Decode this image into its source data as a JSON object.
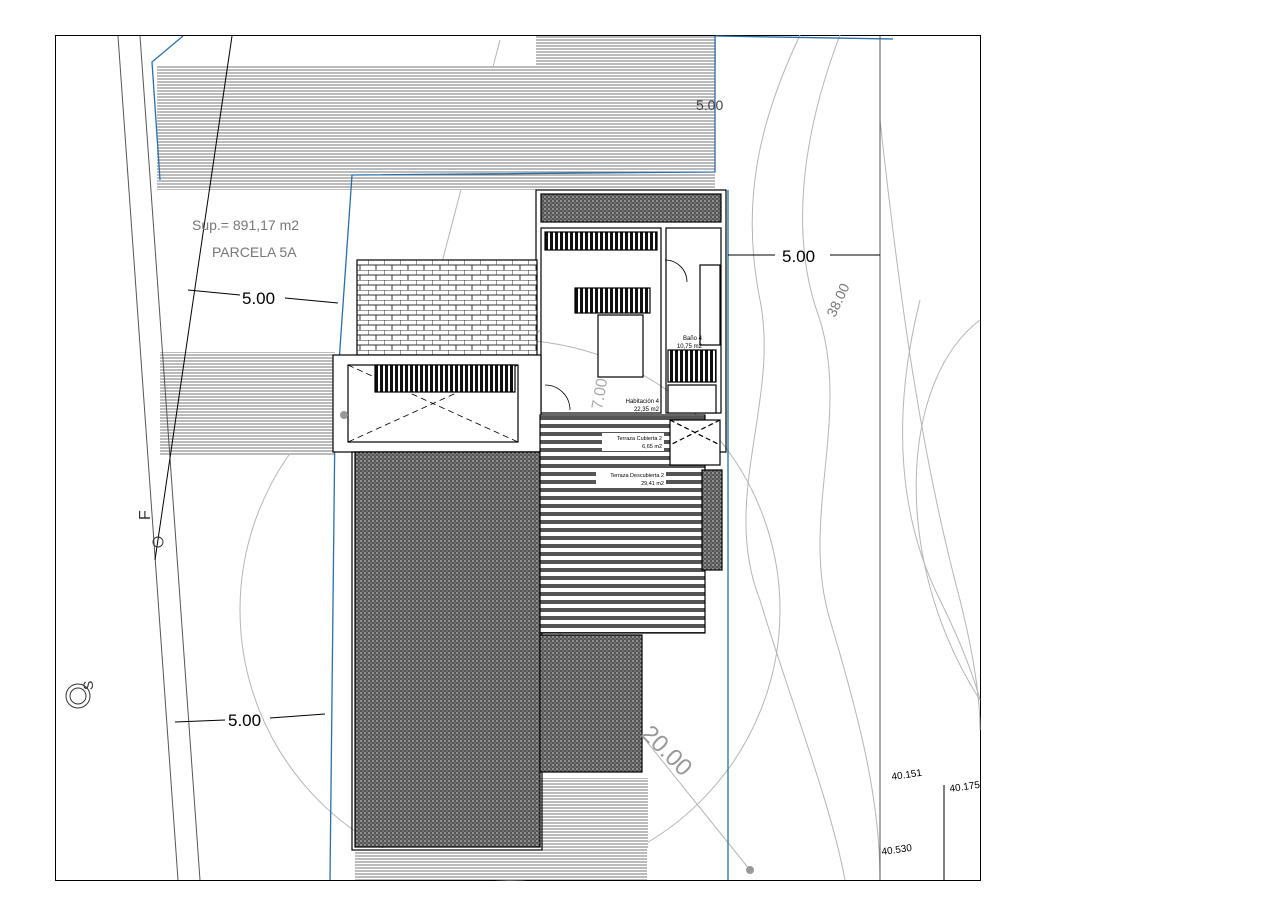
{
  "plot": {
    "area_label": "Sup.= 891,17 m2",
    "parcel_label": "PARCELA 5A",
    "setbacks": [
      "5.00",
      "5.00",
      "5.00",
      "5.00"
    ],
    "top_setback": "5.00",
    "contour_38": "38.00",
    "contour_20": "20.00",
    "contour_7": "7.00",
    "elevations": [
      "40.151",
      "40.175",
      "40.530"
    ],
    "symbol_f": "F",
    "symbol_s": "S"
  },
  "rooms": [
    {
      "name": "Habitación 4",
      "area": "22,35 m2"
    },
    {
      "name": "Baño 4",
      "area": "10,75 m2"
    },
    {
      "name": "Terraza Cubierta 2",
      "area": "6,65 m2"
    },
    {
      "name": "Terraza Descubierta 2",
      "area": "29,41 m2"
    }
  ],
  "colors": {
    "line": "#000000",
    "property": "#2a6fa8",
    "hatch": "#8a8a8a",
    "contour": "#b0b0b0"
  }
}
